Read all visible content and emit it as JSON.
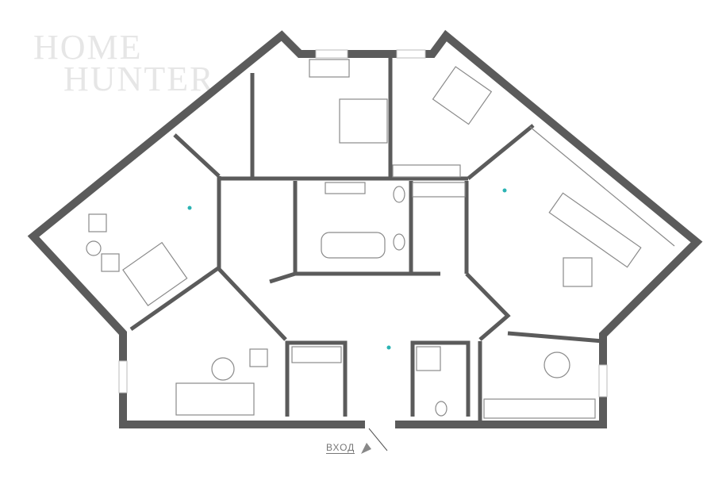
{
  "logo": {
    "line1": "HOME",
    "line2": "HUNTER"
  },
  "entrance_label": "ВХОД",
  "colors": {
    "wall": "#5b5b5b",
    "furniture": "#8a8a8a",
    "marker": "#2bb3b3",
    "logo": "#e6e6e6"
  }
}
